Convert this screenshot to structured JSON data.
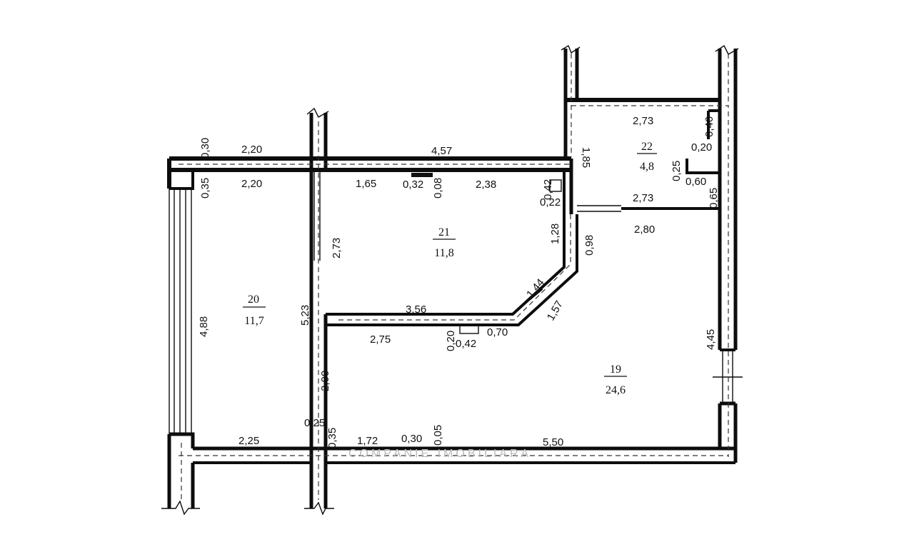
{
  "rooms": [
    {
      "number": "19",
      "area": "24,6"
    },
    {
      "number": "20",
      "area": "11,7"
    },
    {
      "number": "21",
      "area": "11,8"
    },
    {
      "number": "22",
      "area": "4,8"
    }
  ],
  "dimensions": [
    "0,30",
    "2,20",
    "4,57",
    "1,85",
    "2,73",
    "0,35",
    "2,20",
    "1,65",
    "0,32",
    "0,08",
    "2,38",
    "0,42",
    "0,22",
    "0,40",
    "0,20",
    "0,25",
    "0,60",
    "0,65",
    "2,73",
    "2,80",
    "2,73",
    "1,28",
    "0,98",
    "4,88",
    "5,23",
    "1,44",
    "1,57",
    "3,56",
    "2,75",
    "0,20",
    "0,42",
    "0,70",
    "4,45",
    "2,00",
    "0,25",
    "0,35",
    "2,25",
    "1,72",
    "0,30",
    "0,05",
    "5,50"
  ],
  "watermark": "COMPANIE IMOBILIARA"
}
